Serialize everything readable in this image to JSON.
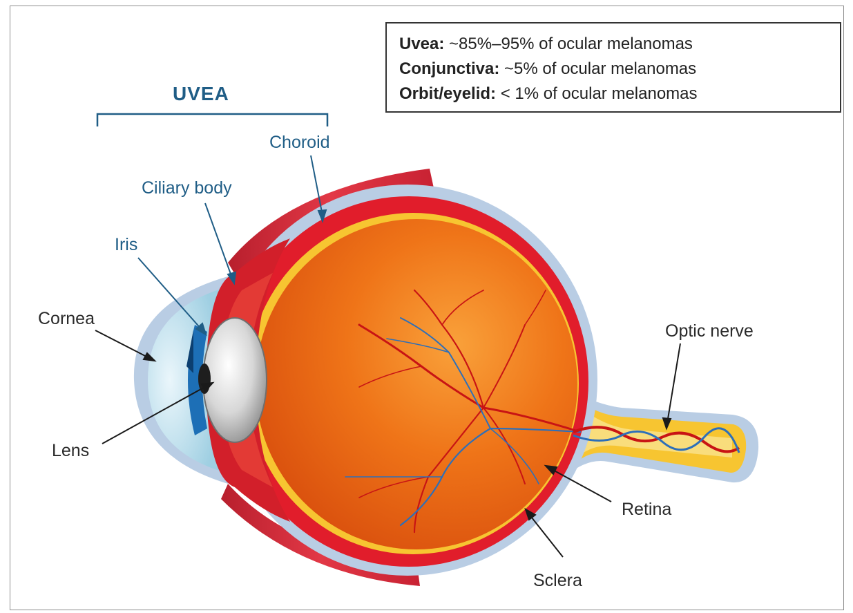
{
  "title": "UVEA",
  "legend": [
    {
      "term": "Uvea:",
      "text": " ~85%–95% of ocular melanomas"
    },
    {
      "term": "Conjunctiva:",
      "text": " ~5% of ocular melanomas"
    },
    {
      "term": "Orbit/eyelid:",
      "text": " < 1% of ocular melanomas"
    }
  ],
  "labels": {
    "choroid": "Choroid",
    "ciliary_body": "Ciliary body",
    "iris": "Iris",
    "cornea": "Cornea",
    "lens": "Lens",
    "optic_nerve": "Optic nerve",
    "retina": "Retina",
    "sclera": "Sclera"
  },
  "colors": {
    "uvea_blue": "#1f5d86",
    "sclera": "#b9cde4",
    "choroid": "#e11d2b",
    "retina": "#f7c531",
    "vitreous": "#ec6a13",
    "iris": "#1d6fb6",
    "muscle": "#d42a3a"
  }
}
